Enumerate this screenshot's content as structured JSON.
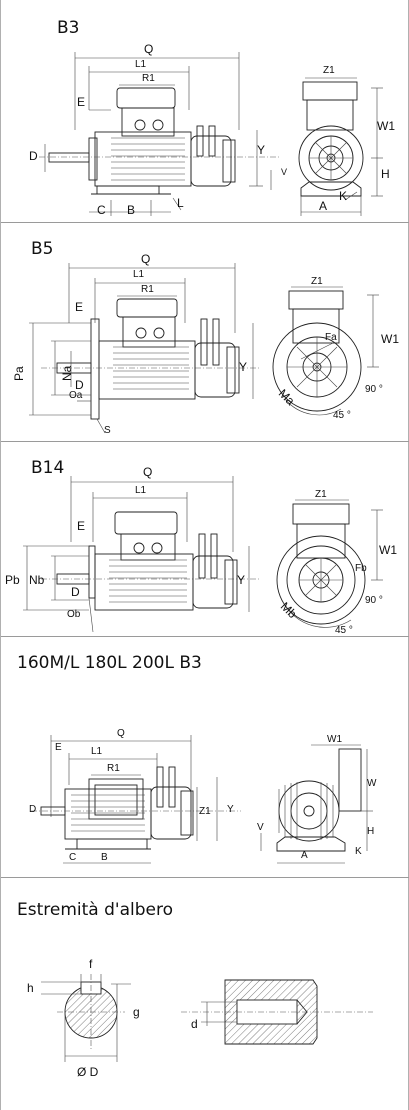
{
  "sections": [
    {
      "id": "b3",
      "title": "B3",
      "labels": [
        "Q",
        "L1",
        "R1",
        "E",
        "D",
        "Y",
        "V",
        "C",
        "B",
        "L",
        "Z1",
        "W1",
        "H",
        "K",
        "A"
      ]
    },
    {
      "id": "b5",
      "title": "B5",
      "labels": [
        "Q",
        "L1",
        "R1",
        "E",
        "Pa",
        "Na",
        "D",
        "Y",
        "Oa",
        "S",
        "Z1",
        "W1",
        "Fa",
        "Ma",
        "90 °",
        "45 °"
      ]
    },
    {
      "id": "b14",
      "title": "B14",
      "labels": [
        "Q",
        "L1",
        "E",
        "Pb",
        "Nb",
        "D",
        "Y",
        "Ob",
        "Z1",
        "W1",
        "Fb",
        "Mb",
        "90 °",
        "45 °"
      ]
    },
    {
      "id": "large",
      "title": "160M/L 180L  200L B3",
      "labels": [
        "E",
        "Q",
        "L1",
        "R1",
        "D",
        "Z1",
        "Y",
        "C",
        "B",
        "W1",
        "W",
        "H",
        "V",
        "A",
        "K"
      ]
    },
    {
      "id": "shaft",
      "title": "Estremità d'albero",
      "labels": [
        "f",
        "h",
        "g",
        "Ø D",
        "d"
      ]
    }
  ]
}
